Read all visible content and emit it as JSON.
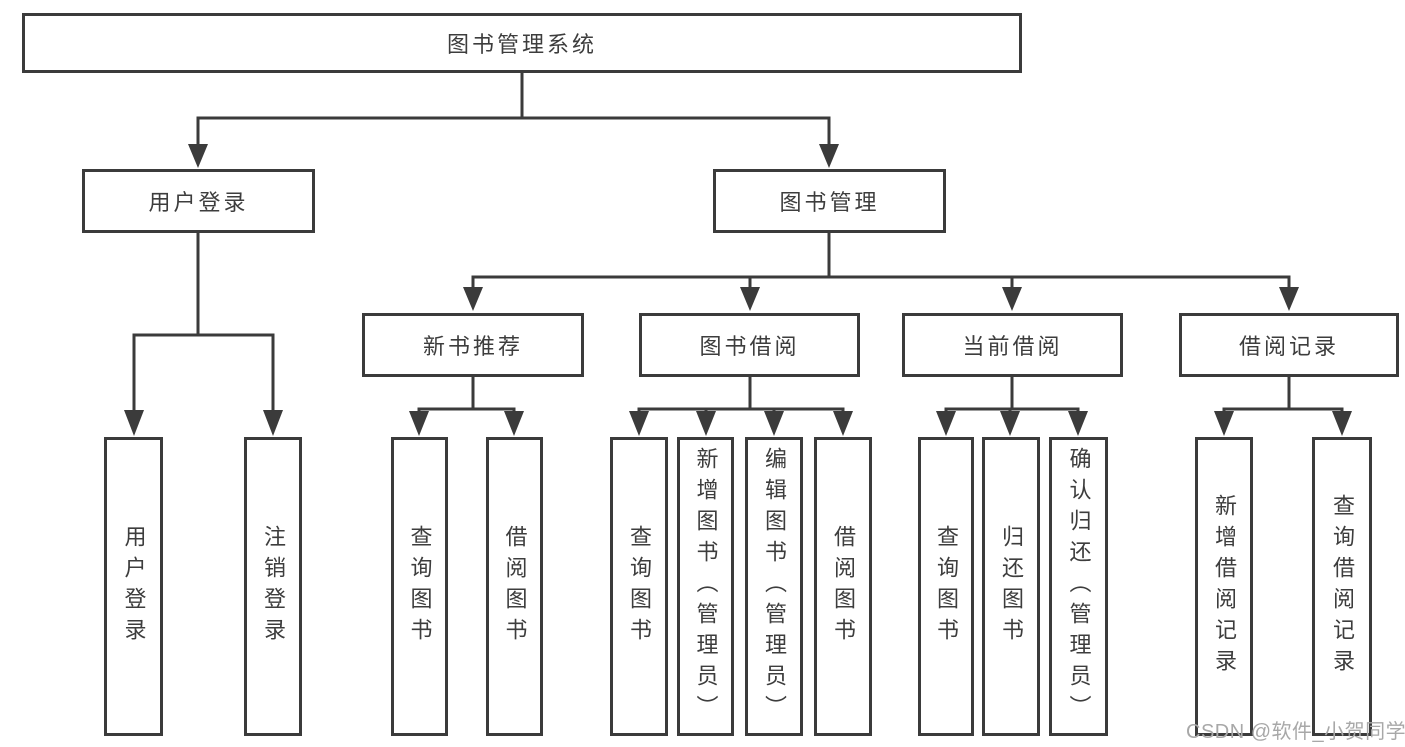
{
  "diagram": {
    "root": {
      "label": "图书管理系统"
    },
    "branches": [
      {
        "label": "用户登录",
        "children": [
          {
            "label": "用户登录"
          },
          {
            "label": "注销登录"
          }
        ]
      },
      {
        "label": "图书管理",
        "children": [
          {
            "label": "新书推荐",
            "children": [
              {
                "label": "查询图书"
              },
              {
                "label": "借阅图书"
              }
            ]
          },
          {
            "label": "图书借阅",
            "children": [
              {
                "label": "查询图书"
              },
              {
                "label": "新增图书（管理员）"
              },
              {
                "label": "编辑图书（管理员）"
              },
              {
                "label": "借阅图书"
              }
            ]
          },
          {
            "label": "当前借阅",
            "children": [
              {
                "label": "查询图书"
              },
              {
                "label": "归还图书"
              },
              {
                "label": "确认归还（管理员）"
              }
            ]
          },
          {
            "label": "借阅记录",
            "children": [
              {
                "label": "新增借阅记录"
              },
              {
                "label": "查询借阅记录"
              }
            ]
          }
        ]
      }
    ],
    "colors": {
      "line": "#3b3b3b",
      "text": "#3d3d3d",
      "background": "#ffffff"
    }
  },
  "watermark": {
    "text": "CSDN @软件_小贺同学",
    "color": "#a8a8a8"
  }
}
